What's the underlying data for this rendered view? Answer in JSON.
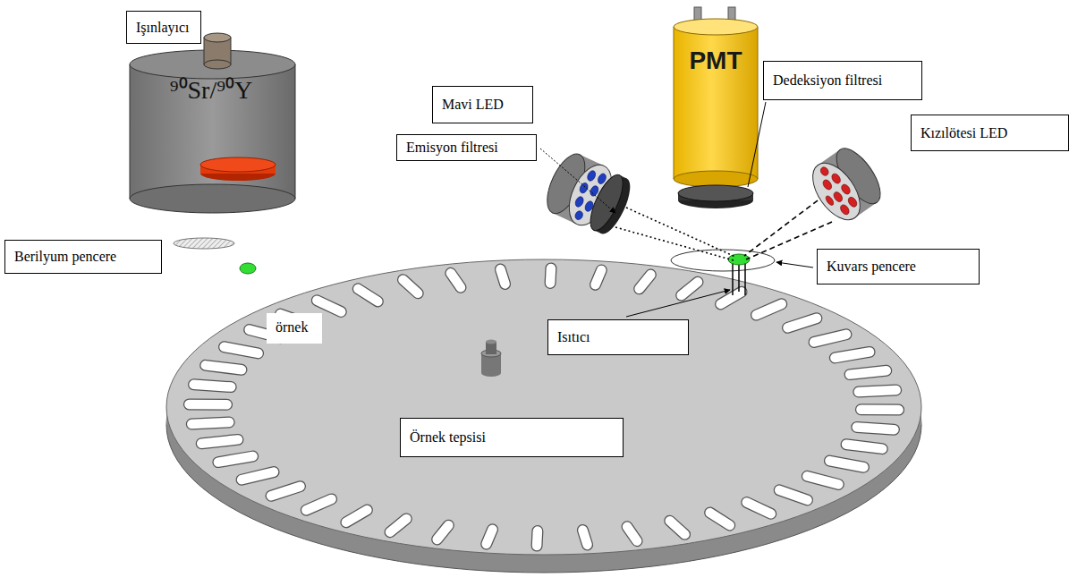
{
  "diagram": {
    "nodes": [
      {
        "text": [
          "Işınlayıcı"
        ]
      },
      {
        "text": [
          "Dedeksiyon filtresi"
        ]
      },
      {
        "text": [
          "Mavi LED"
        ]
      },
      {
        "text": [
          "Kızılötesi LED"
        ]
      },
      {
        "text": [
          "Emisyon filtresi"
        ]
      },
      {
        "text": [
          "Berilyum pencere"
        ]
      },
      {
        "text": [
          "örnek"
        ]
      },
      {
        "text": [
          "Kuvars pencere"
        ]
      },
      {
        "text": [
          "Isıtıcı"
        ]
      },
      {
        "text": [
          "Örnek tepsisi"
        ]
      }
    ],
    "labels": [
      "PMT",
      "⁹⁰Sr/⁹⁰Y"
    ]
  }
}
